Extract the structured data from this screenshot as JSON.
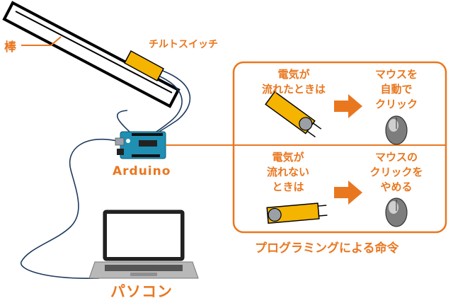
{
  "labels": {
    "rod": "棒",
    "tilt_switch": "チルトスイッチ",
    "arduino": "Arduino",
    "pc": "パソコン",
    "program_caption": "プログラミングによる命令"
  },
  "rules": [
    {
      "condition": "電気が\n流れたときは",
      "action": "マウスを\n自動で\nクリック"
    },
    {
      "condition": "電気が\n流れない\nときは",
      "action": "マウスの\nクリックを\nやめる"
    }
  ],
  "colors": {
    "accent": "#e9771f",
    "switch": "#f4b400",
    "board": "#1f8fb3",
    "laptop_body": "#b8b8b8",
    "wire": "#1e3a5f"
  }
}
